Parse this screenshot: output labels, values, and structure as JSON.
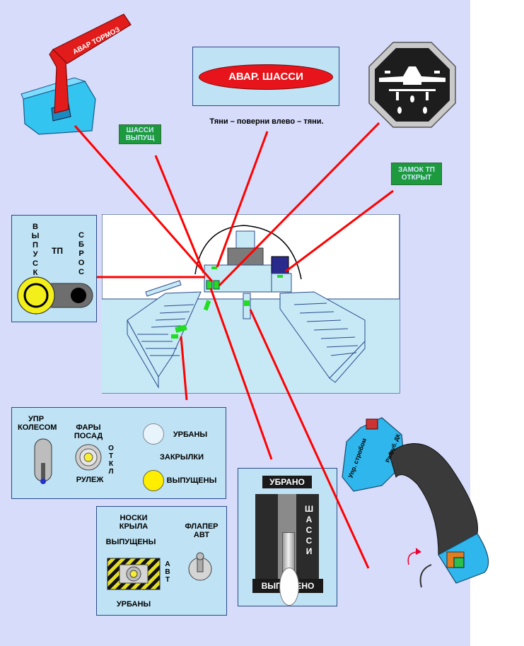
{
  "brake_lever": {
    "label": "АВАР ТОРМОЗ"
  },
  "emergency_gear": {
    "button_label": "АВАР. ШАССИ",
    "instruction": "Тяни – поверни влево – тяни."
  },
  "gear_down_tag": {
    "line1": "ШАССИ",
    "line2": "ВЫПУЩ"
  },
  "tp_lock_tag": {
    "line1": "ЗАМОК ТП",
    "line2": "ОТКРЫТ"
  },
  "tp_panel": {
    "left_label": "ВЫПУСК",
    "center_label": "ТП",
    "right_label": "СБРОС"
  },
  "steering_panel": {
    "wheel_label": "УПР КОЛЕСОМ",
    "lights_label": "ФАРЫ ПОСАД",
    "off_label": "ОТКЛ",
    "taxi_label": "РУЛЕЖ",
    "retracted_label": "УРБАНЫ",
    "flaps_label": "ЗАКРЫЛКИ",
    "extended_label": "ВЫПУЩЕНЫ"
  },
  "slats_panel": {
    "slats_label": "НОСКИ КРЫЛА",
    "extended_label": "ВЫПУЩЕНЫ",
    "retracted_label": "УРБАНЫ",
    "avt_label": "АВТ",
    "flaper_label": "ФЛАПЕР АВТ"
  },
  "gear_lever_panel": {
    "top_label": "УБРАНО",
    "side_label": "ШАССИ",
    "bottom_label": "ВЫПУЩЕНО"
  },
  "stick": {
    "label1": "Упр. стробом",
    "label2": "Разруб. ДК"
  },
  "colors": {
    "background": "#d7dcfa",
    "panel": "#bfe3f5",
    "green": "#1e9a3e",
    "red_line": "#ff0000",
    "yellow": "#ffee00"
  }
}
